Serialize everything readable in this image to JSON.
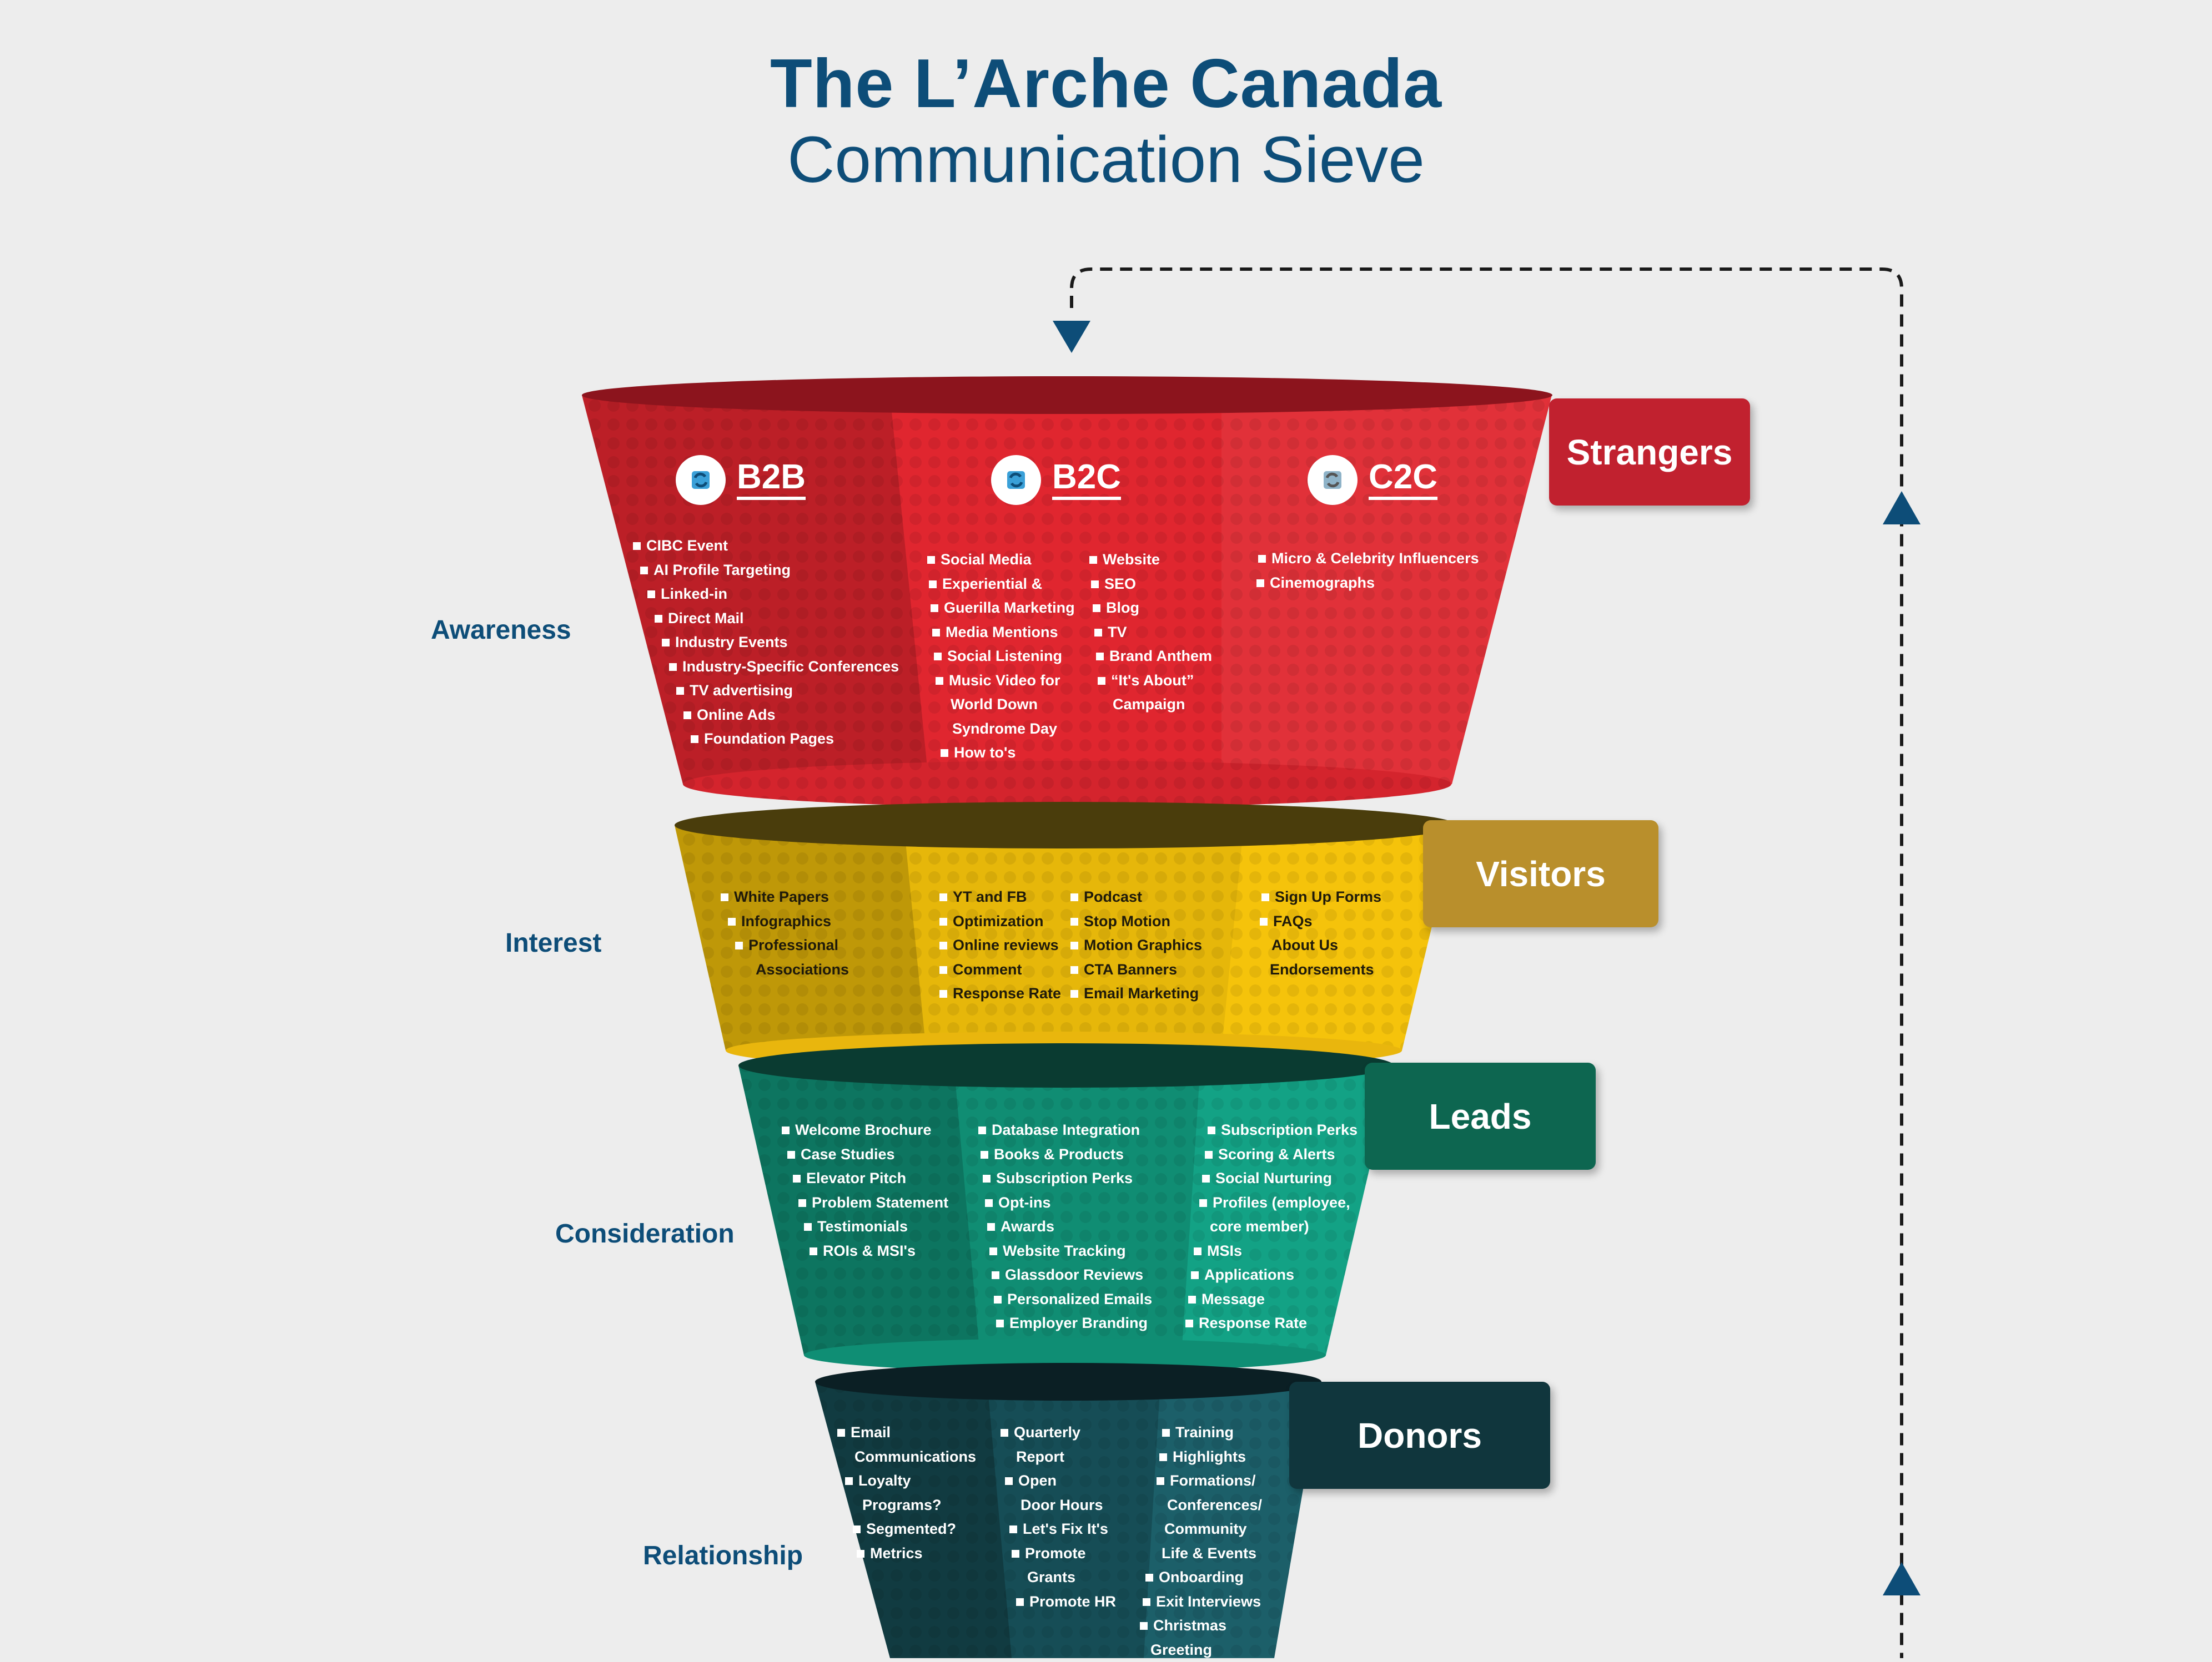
{
  "title": {
    "line1": "The L’Arche Canada",
    "line2": "Communication Sieve"
  },
  "stages": [
    {
      "key": "awareness",
      "label": "Awareness",
      "tag": "Strangers",
      "tag_color": "#c1212f",
      "funnel_color": "#d9252f"
    },
    {
      "key": "interest",
      "label": "Interest",
      "tag": "Visitors",
      "tag_color": "#b98f2c",
      "funnel_color": "#f3c10e"
    },
    {
      "key": "consideration",
      "label": "Consideration",
      "tag": "Leads",
      "tag_color": "#0d6650",
      "funnel_color": "#11977c"
    },
    {
      "key": "relationship",
      "label": "Relationship",
      "tag": "Donors",
      "tag_color": "#10363d",
      "funnel_color": "#16505a"
    }
  ],
  "segments": [
    {
      "label": "B2B",
      "icon": "refresh-icon"
    },
    {
      "label": "B2C",
      "icon": "refresh-icon"
    },
    {
      "label": "C2C",
      "icon": "refresh-icon"
    }
  ],
  "awareness": {
    "b2b": [
      "CIBC Event",
      "AI Profile Targeting",
      "Linked-in",
      "Direct Mail",
      "Industry Events",
      "Industry-Specific Conferences",
      "TV advertising",
      "Online Ads",
      "Foundation Pages"
    ],
    "b2c_left": [
      "Social Media",
      "Experiential &",
      "Guerilla Marketing",
      "Media Mentions",
      "Social Listening",
      "Music Video for",
      "World Down",
      "Syndrome Day",
      "How to's"
    ],
    "b2c_right": [
      "Website",
      "SEO",
      "Blog",
      "TV",
      "Brand Anthem",
      "“It's About”",
      "Campaign"
    ],
    "c2c": [
      "Micro & Celebrity Influencers",
      "Cinemographs"
    ]
  },
  "interest": {
    "b2b": [
      "White Papers",
      "Infographics",
      "Professional",
      "Associations"
    ],
    "b2c_left": [
      "YT and FB",
      "Optimization",
      "Online reviews",
      "Comment",
      "Response Rate"
    ],
    "b2c_right": [
      "Podcast",
      "Stop Motion",
      "Motion Graphics",
      "CTA Banners",
      "Email Marketing"
    ],
    "c2c": [
      "Sign Up Forms",
      "FAQs",
      "About Us",
      "Endorsements"
    ]
  },
  "consideration": {
    "b2b": [
      "Welcome Brochure",
      "Case Studies",
      "Elevator Pitch",
      "Problem Statement",
      "Testimonials",
      "ROIs & MSI's"
    ],
    "b2c": [
      "Database Integration",
      "Books & Products",
      "Subscription Perks",
      "Opt-ins",
      "Awards",
      "Website Tracking",
      "Glassdoor Reviews",
      "Personalized Emails",
      "Employer Branding"
    ],
    "c2c": [
      "Subscription Perks",
      "Scoring & Alerts",
      "Social Nurturing",
      "Profiles (employee,",
      "core member)",
      "MSIs",
      "Applications",
      "Message",
      "Response Rate"
    ]
  },
  "relationship": {
    "b2b": [
      "Email",
      "Communications",
      "Loyalty",
      "Programs?",
      "Segmented?",
      "Metrics"
    ],
    "b2c": [
      "Quarterly",
      "Report",
      "Open",
      "Door Hours",
      "Let's Fix It's",
      "Promote",
      "Grants",
      "Promote HR"
    ],
    "c2c": [
      "Training",
      "Highlights",
      "Formations/",
      "Conferences/",
      "Community",
      "Life & Events",
      "Onboarding",
      "Exit Interviews",
      "Christmas",
      "Greeting"
    ]
  }
}
